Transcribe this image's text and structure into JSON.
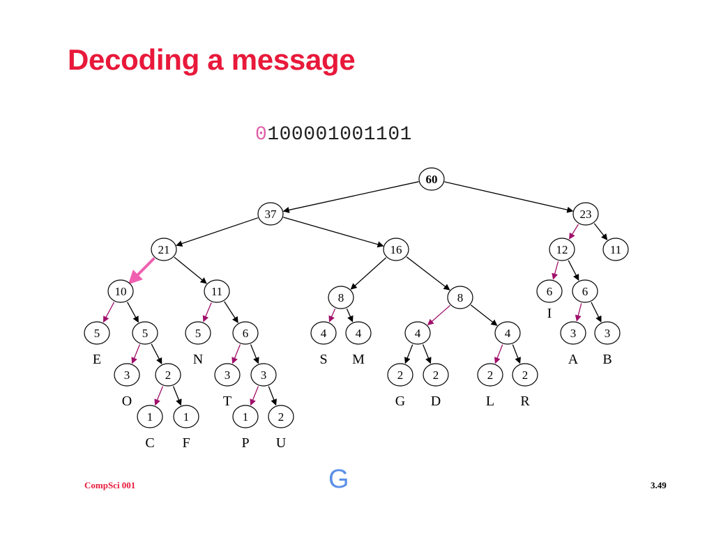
{
  "slide": {
    "title": "Decoding a message",
    "bits_first": "0",
    "bits_rest": "100001001101",
    "decoded_letter": "G",
    "footer_left": "CompSci 001",
    "footer_right": "3.49"
  },
  "colors": {
    "title": "#e8193a",
    "edge": "#000000",
    "edge_left_branch": "#a0106a",
    "edge_active": "#f060b0",
    "decoded": "#5b8fe8"
  },
  "tree": {
    "nodes": [
      {
        "id": "n60",
        "value": "60",
        "bold": true
      },
      {
        "id": "n37",
        "value": "37"
      },
      {
        "id": "n23",
        "value": "23"
      },
      {
        "id": "n21",
        "value": "21"
      },
      {
        "id": "n16",
        "value": "16"
      },
      {
        "id": "n12",
        "value": "12"
      },
      {
        "id": "n11r",
        "value": "11"
      },
      {
        "id": "n10",
        "value": "10"
      },
      {
        "id": "n11m",
        "value": "11"
      },
      {
        "id": "n8a",
        "value": "8"
      },
      {
        "id": "n8b",
        "value": "8"
      },
      {
        "id": "n6i",
        "value": "6",
        "letter": "I"
      },
      {
        "id": "n6r",
        "value": "6"
      },
      {
        "id": "n5e",
        "value": "5",
        "letter": "E"
      },
      {
        "id": "n5a",
        "value": "5"
      },
      {
        "id": "n5n",
        "value": "5",
        "letter": "N"
      },
      {
        "id": "n6a",
        "value": "6"
      },
      {
        "id": "n4s",
        "value": "4",
        "letter": "S"
      },
      {
        "id": "n4m",
        "value": "4",
        "letter": "M"
      },
      {
        "id": "n4a",
        "value": "4"
      },
      {
        "id": "n4b",
        "value": "4"
      },
      {
        "id": "n3a",
        "value": "3",
        "letter": "A"
      },
      {
        "id": "n3b",
        "value": "3",
        "letter": "B"
      },
      {
        "id": "n3o",
        "value": "3",
        "letter": "O"
      },
      {
        "id": "n2a",
        "value": "2"
      },
      {
        "id": "n3t",
        "value": "3",
        "letter": "T"
      },
      {
        "id": "n3x",
        "value": "3"
      },
      {
        "id": "n2g",
        "value": "2",
        "letter": "G"
      },
      {
        "id": "n2d",
        "value": "2",
        "letter": "D"
      },
      {
        "id": "n2l",
        "value": "2",
        "letter": "L"
      },
      {
        "id": "n2r",
        "value": "2",
        "letter": "R"
      },
      {
        "id": "n1c",
        "value": "1",
        "letter": "C"
      },
      {
        "id": "n1f",
        "value": "1",
        "letter": "F"
      },
      {
        "id": "n1p",
        "value": "1",
        "letter": "P"
      },
      {
        "id": "n2u",
        "value": "2",
        "letter": "U"
      }
    ],
    "edges": [
      {
        "from": "n60",
        "to": "n37",
        "style": "black"
      },
      {
        "from": "n60",
        "to": "n23",
        "style": "black"
      },
      {
        "from": "n37",
        "to": "n21",
        "style": "black"
      },
      {
        "from": "n37",
        "to": "n16",
        "style": "black"
      },
      {
        "from": "n23",
        "to": "n12",
        "style": "left"
      },
      {
        "from": "n23",
        "to": "n11r",
        "style": "black"
      },
      {
        "from": "n21",
        "to": "n10",
        "style": "active"
      },
      {
        "from": "n21",
        "to": "n11m",
        "style": "black"
      },
      {
        "from": "n16",
        "to": "n8a",
        "style": "black"
      },
      {
        "from": "n16",
        "to": "n8b",
        "style": "black"
      },
      {
        "from": "n12",
        "to": "n6i",
        "style": "left"
      },
      {
        "from": "n12",
        "to": "n6r",
        "style": "black"
      },
      {
        "from": "n10",
        "to": "n5e",
        "style": "left"
      },
      {
        "from": "n10",
        "to": "n5a",
        "style": "black"
      },
      {
        "from": "n11m",
        "to": "n5n",
        "style": "left"
      },
      {
        "from": "n11m",
        "to": "n6a",
        "style": "black"
      },
      {
        "from": "n8a",
        "to": "n4s",
        "style": "left"
      },
      {
        "from": "n8a",
        "to": "n4m",
        "style": "black"
      },
      {
        "from": "n8b",
        "to": "n4a",
        "style": "left"
      },
      {
        "from": "n8b",
        "to": "n4b",
        "style": "black"
      },
      {
        "from": "n6r",
        "to": "n3a",
        "style": "left"
      },
      {
        "from": "n6r",
        "to": "n3b",
        "style": "black"
      },
      {
        "from": "n5a",
        "to": "n3o",
        "style": "left"
      },
      {
        "from": "n5a",
        "to": "n2a",
        "style": "black"
      },
      {
        "from": "n6a",
        "to": "n3t",
        "style": "left"
      },
      {
        "from": "n6a",
        "to": "n3x",
        "style": "black"
      },
      {
        "from": "n4a",
        "to": "n2g",
        "style": "black"
      },
      {
        "from": "n4a",
        "to": "n2d",
        "style": "black"
      },
      {
        "from": "n4b",
        "to": "n2l",
        "style": "left"
      },
      {
        "from": "n4b",
        "to": "n2r",
        "style": "black"
      },
      {
        "from": "n2a",
        "to": "n1c",
        "style": "left"
      },
      {
        "from": "n2a",
        "to": "n1f",
        "style": "black"
      },
      {
        "from": "n3x",
        "to": "n1p",
        "style": "left"
      },
      {
        "from": "n3x",
        "to": "n2u",
        "style": "black"
      }
    ]
  }
}
